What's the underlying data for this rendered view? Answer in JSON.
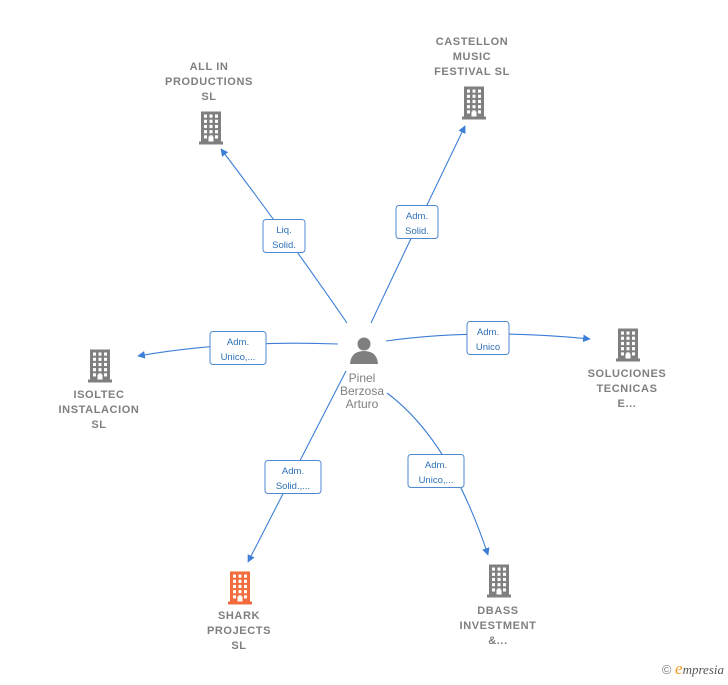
{
  "center": {
    "name_lines": [
      "Pinel",
      "Berzosa",
      "Arturo"
    ],
    "icon": "person-icon"
  },
  "companies": [
    {
      "id": "all-in-productions",
      "name_lines": [
        "ALL IN",
        "PRODUCTIONS",
        "SL"
      ],
      "highlight": false,
      "icon": "building-icon"
    },
    {
      "id": "castellon-music-festival",
      "name_lines": [
        "CASTELLON",
        "MUSIC",
        "FESTIVAL SL"
      ],
      "highlight": false,
      "icon": "building-icon"
    },
    {
      "id": "isoltec-instalacion",
      "name_lines": [
        "ISOLTEC",
        "INSTALACION",
        "SL"
      ],
      "highlight": false,
      "icon": "building-icon"
    },
    {
      "id": "soluciones-tecnicas",
      "name_lines": [
        "SOLUCIONES",
        "TECNICAS",
        "E..."
      ],
      "highlight": false,
      "icon": "building-icon"
    },
    {
      "id": "shark-projects",
      "name_lines": [
        "SHARK",
        "PROJECTS",
        "SL"
      ],
      "highlight": true,
      "icon": "building-icon"
    },
    {
      "id": "dbass-investment",
      "name_lines": [
        "DBASS",
        "INVESTMENT",
        "&..."
      ],
      "highlight": false,
      "icon": "building-icon"
    }
  ],
  "edges": [
    {
      "target": "all-in-productions",
      "label_lines": [
        "Liq.",
        "Solid."
      ]
    },
    {
      "target": "castellon-music-festival",
      "label_lines": [
        "Adm.",
        "Solid."
      ]
    },
    {
      "target": "isoltec-instalacion",
      "label_lines": [
        "Adm.",
        "Unico,..."
      ]
    },
    {
      "target": "soluciones-tecnicas",
      "label_lines": [
        "Adm.",
        "Unico"
      ]
    },
    {
      "target": "shark-projects",
      "label_lines": [
        "Adm.",
        "Solid.,..."
      ]
    },
    {
      "target": "dbass-investment",
      "label_lines": [
        "Adm.",
        "Unico,..."
      ]
    }
  ],
  "colors": {
    "edge": "#3d7fd6",
    "label_border": "#4f8ad0",
    "label_text": "#2f6fb6",
    "building": "#7f7f7f",
    "building_highlight": "#f26b3a",
    "text": "#7f7f7f"
  },
  "watermark": {
    "copyright_symbol": "©",
    "brand_initial": "e",
    "brand_rest": "mpresia"
  }
}
